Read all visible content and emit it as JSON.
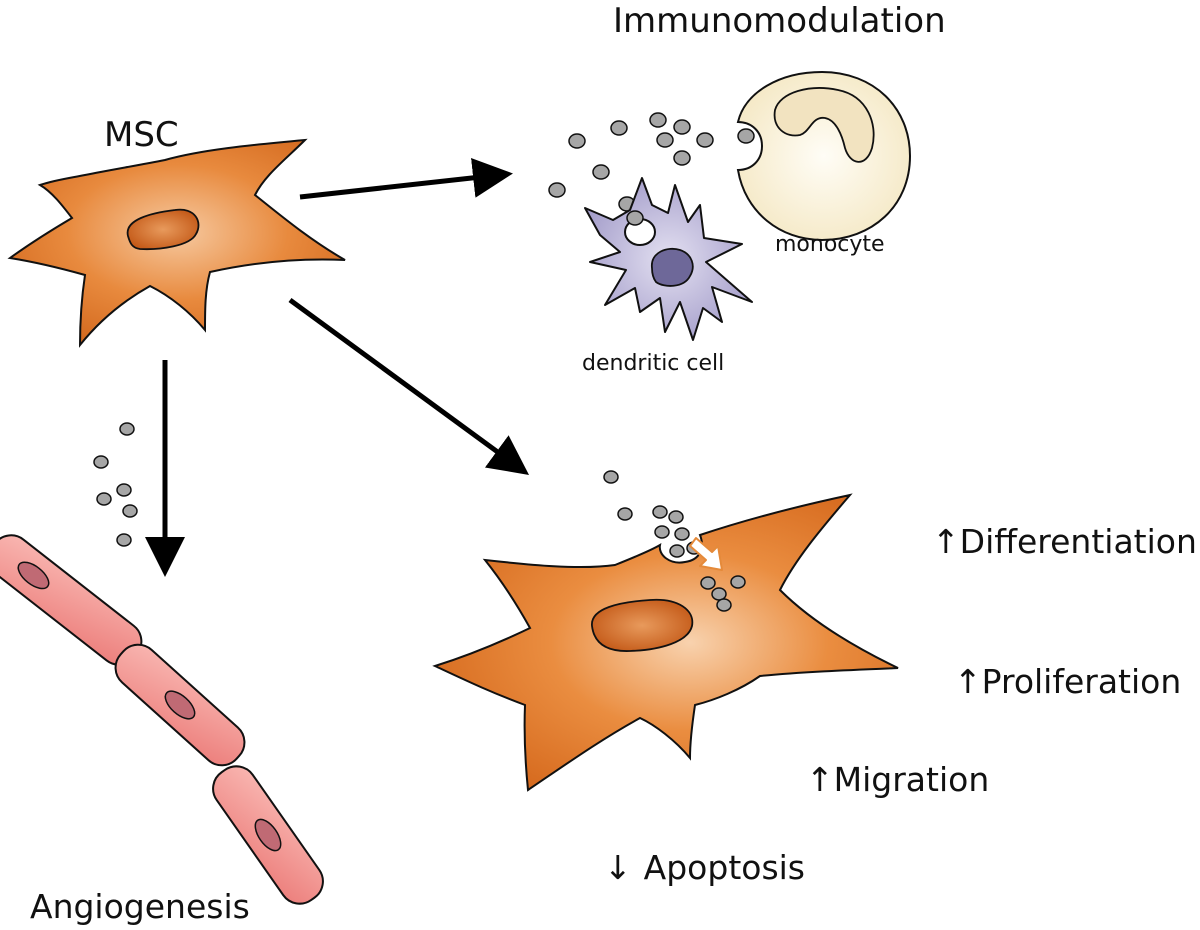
{
  "labels": {
    "msc": "MSC",
    "immunomodulation": "Immunomodulation",
    "monocyte": "monocyte",
    "dendritic_cell": "dendritic cell",
    "angiogenesis": "Angiogenesis"
  },
  "effects": [
    {
      "arrow": "↑",
      "text": "Differentiation"
    },
    {
      "arrow": "↑",
      "text": "Proliferation"
    },
    {
      "arrow": "↑",
      "text": "Migration"
    },
    {
      "arrow": "↓",
      "text": "Apoptosis"
    }
  ],
  "colors": {
    "msc_fill": "#E07B2E",
    "msc_nucleus": "#C65A1A",
    "dendritic_fill": "#B9B4D8",
    "monocyte_fill": "#FBF3DA",
    "vessel_fill": "#F3918F",
    "vesicle_fill": "#A9A9A9",
    "arrow": "#000000"
  }
}
